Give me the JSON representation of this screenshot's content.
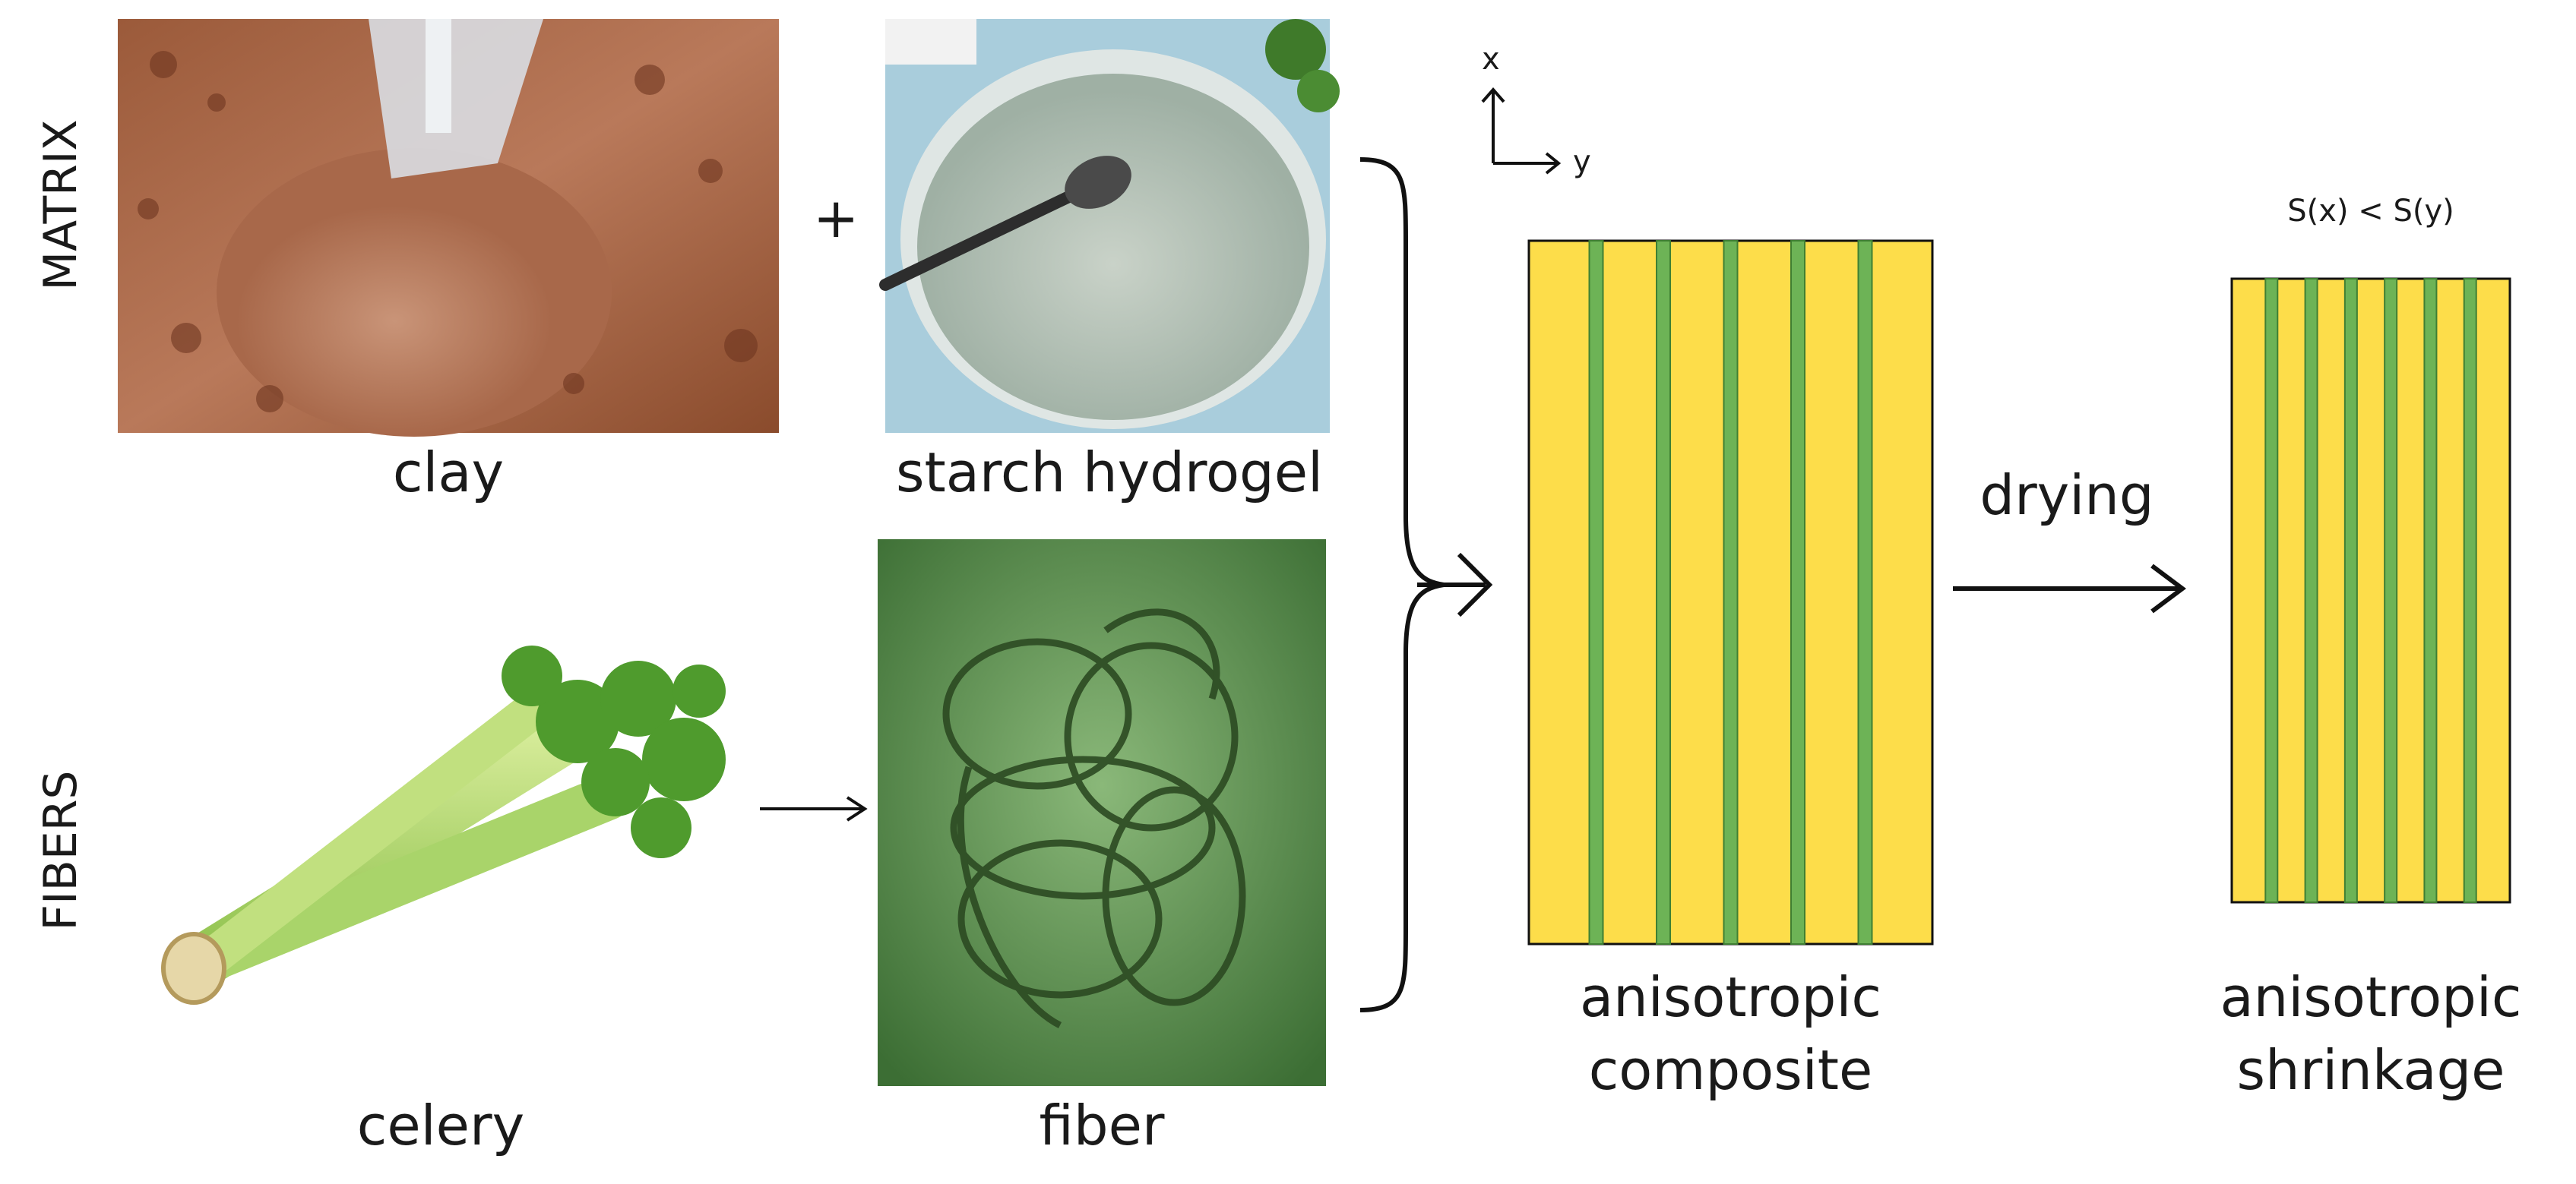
{
  "labels": {
    "matrix": "MATRIX",
    "fibers": "FIBERS",
    "plus": "+",
    "clay": "clay",
    "starch_hydrogel": "starch hydrogel",
    "celery": "celery",
    "fiber": "fiber",
    "axis_x": "x",
    "axis_y": "y",
    "condition": "S(x) < S(y)",
    "drying": "drying",
    "composite_line1": "anisotropic",
    "composite_line2": "composite",
    "shrinkage_line1": "anisotropic",
    "shrinkage_line2": "shrinkage"
  },
  "colors": {
    "composite_fill": "#FDDD4A",
    "fiber_strip": "#6DB356",
    "outline": "#111111"
  },
  "composite": {
    "fiber_count": 5
  },
  "shrinkage": {
    "fiber_count": 6
  }
}
